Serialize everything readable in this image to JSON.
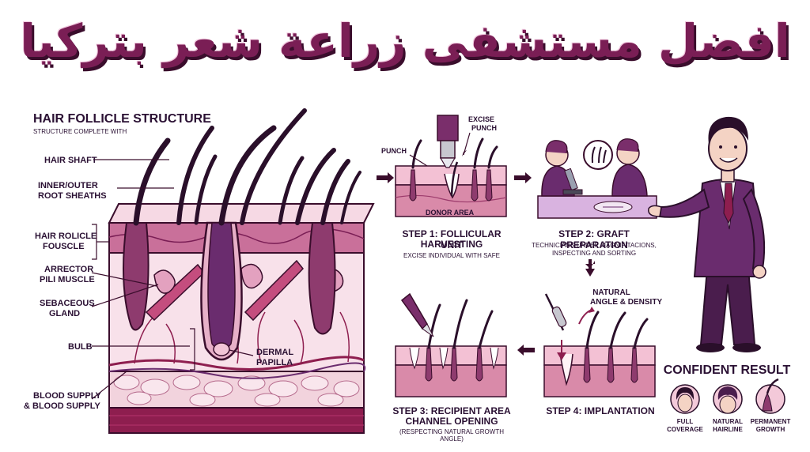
{
  "title": "افضل مستشفى زراعة شعر بتركيا",
  "structure": {
    "heading": "HAIR FOLLICLE STRUCTURE",
    "subheading": "STRUCTURE COMPLETE WITH",
    "labels": {
      "hair_shaft": "HAIR SHAFT",
      "root_sheaths_1": "INNER/OUTER",
      "root_sheaths_2": "ROOT SHEATHS",
      "follicle_1": "HAIR ROLICLE",
      "follicle_2": "FOUSCLE",
      "arrector_1": "ARRECTOR",
      "arrector_2": "PILI MUSCLE",
      "sebaceous_1": "SEBACEOUS",
      "sebaceous_2": "GLAND",
      "bulb": "BULB",
      "dermal_1": "DERMAL",
      "dermal_2": "PAPILLA",
      "blood_1": "BLOOD SUPPLY",
      "blood_2": "& BLOOD SUPPLY"
    }
  },
  "steps": {
    "step1": {
      "punch": "PUNCH",
      "excise_1": "EXCISE",
      "excise_2": "PUNCH",
      "donor": "DONOR AREA",
      "title_1": "STEP 1: FOLLICULAR UNIT",
      "title_2": "HARVESTING",
      "desc": "EXCISE INDIVIDUAL WITH SAFE"
    },
    "step2": {
      "title": "STEP 2: GRAFT PREPARATION",
      "desc_1": "TECHNICIANS UNDER MAGNIFITACIONS,",
      "desc_2": "INSPECTING AND SORTING"
    },
    "step3": {
      "title_1": "STEP 3: RECIPIENT AREA",
      "title_2": "CHANNEL OPENING",
      "desc": "(RESPECTING NATURAL GROWTH ANGLE)"
    },
    "step4": {
      "angle_1": "NATURAL",
      "angle_2": "ANGLE & DENSITY",
      "title": "STEP 4: IMPLANTATION"
    }
  },
  "result": {
    "heading": "CONFIDENT RESULT",
    "items": [
      {
        "line1": "FULL",
        "line2": "COVERAGE"
      },
      {
        "line1": "NATURAL",
        "line2": "HAIRLINE"
      },
      {
        "line1": "PERMANENT",
        "line2": "GROWTH"
      }
    ]
  },
  "colors": {
    "plum": "#7a1e55",
    "dark": "#2a1033",
    "skin": "#f3c9d9",
    "pink": "#d98aa9",
    "purple": "#6a2c6e"
  }
}
